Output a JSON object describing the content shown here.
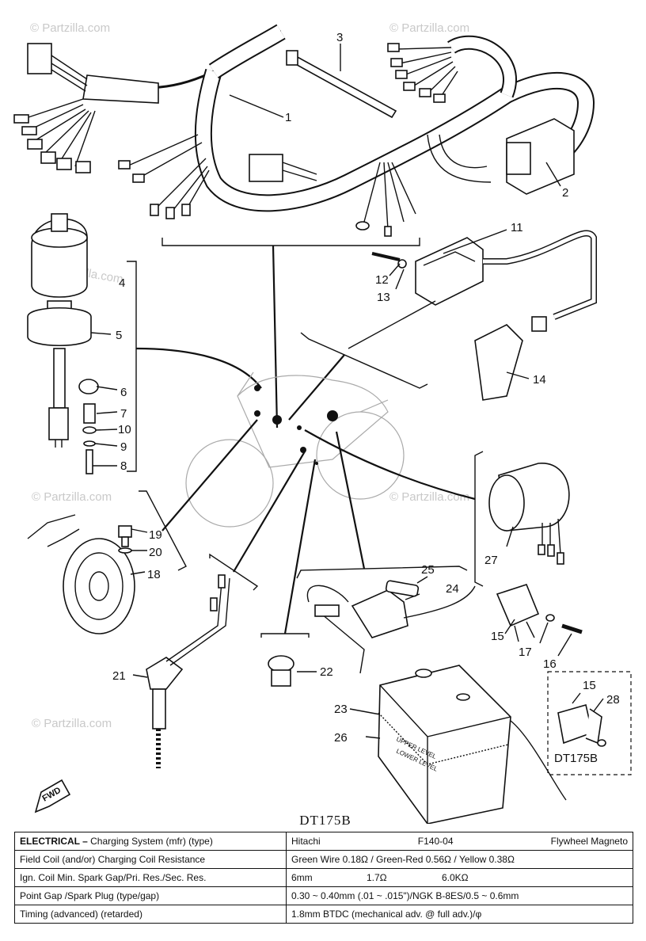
{
  "watermark": "© Partzilla.com",
  "callouts": [
    "1",
    "2",
    "3",
    "4",
    "5",
    "6",
    "7",
    "8",
    "9",
    "10",
    "11",
    "12",
    "13",
    "14",
    "15",
    "15",
    "16",
    "17",
    "18",
    "19",
    "20",
    "21",
    "22",
    "23",
    "24",
    "25",
    "26",
    "27",
    "28"
  ],
  "inset_model": "DT175B",
  "fwd_label": "FWD",
  "battery_text": [
    "UPPER LEVEL",
    "LOWER LEVEL"
  ],
  "model_caption": "DT175B",
  "spec_table": {
    "header": {
      "label_bold": "ELECTRICAL –",
      "label_rest": "Charging System (mfr) (type)",
      "mfr": "Hitachi",
      "model": "F140-04",
      "type": "Flywheel Magneto"
    },
    "rows": [
      {
        "label": "Field Coil (and/or) Charging Coil Resistance",
        "value": "Green Wire 0.18Ω / Green-Red 0.56Ω / Yellow 0.38Ω"
      },
      {
        "label": "Ign. Coil Min. Spark Gap/Pri. Res./Sec. Res.",
        "v1": "6mm",
        "v2": "1.7Ω",
        "v3": "6.0KΩ"
      },
      {
        "label": "Point Gap /Spark Plug (type/gap)",
        "value": "0.30 ~ 0.40mm (.01 ~ .015\")/NGK B-8ES/0.5 ~ 0.6mm"
      },
      {
        "label": "Timing (advanced) (retarded)",
        "value": "1.8mm BTDC (mechanical adv. @ full adv.)/φ"
      }
    ]
  }
}
